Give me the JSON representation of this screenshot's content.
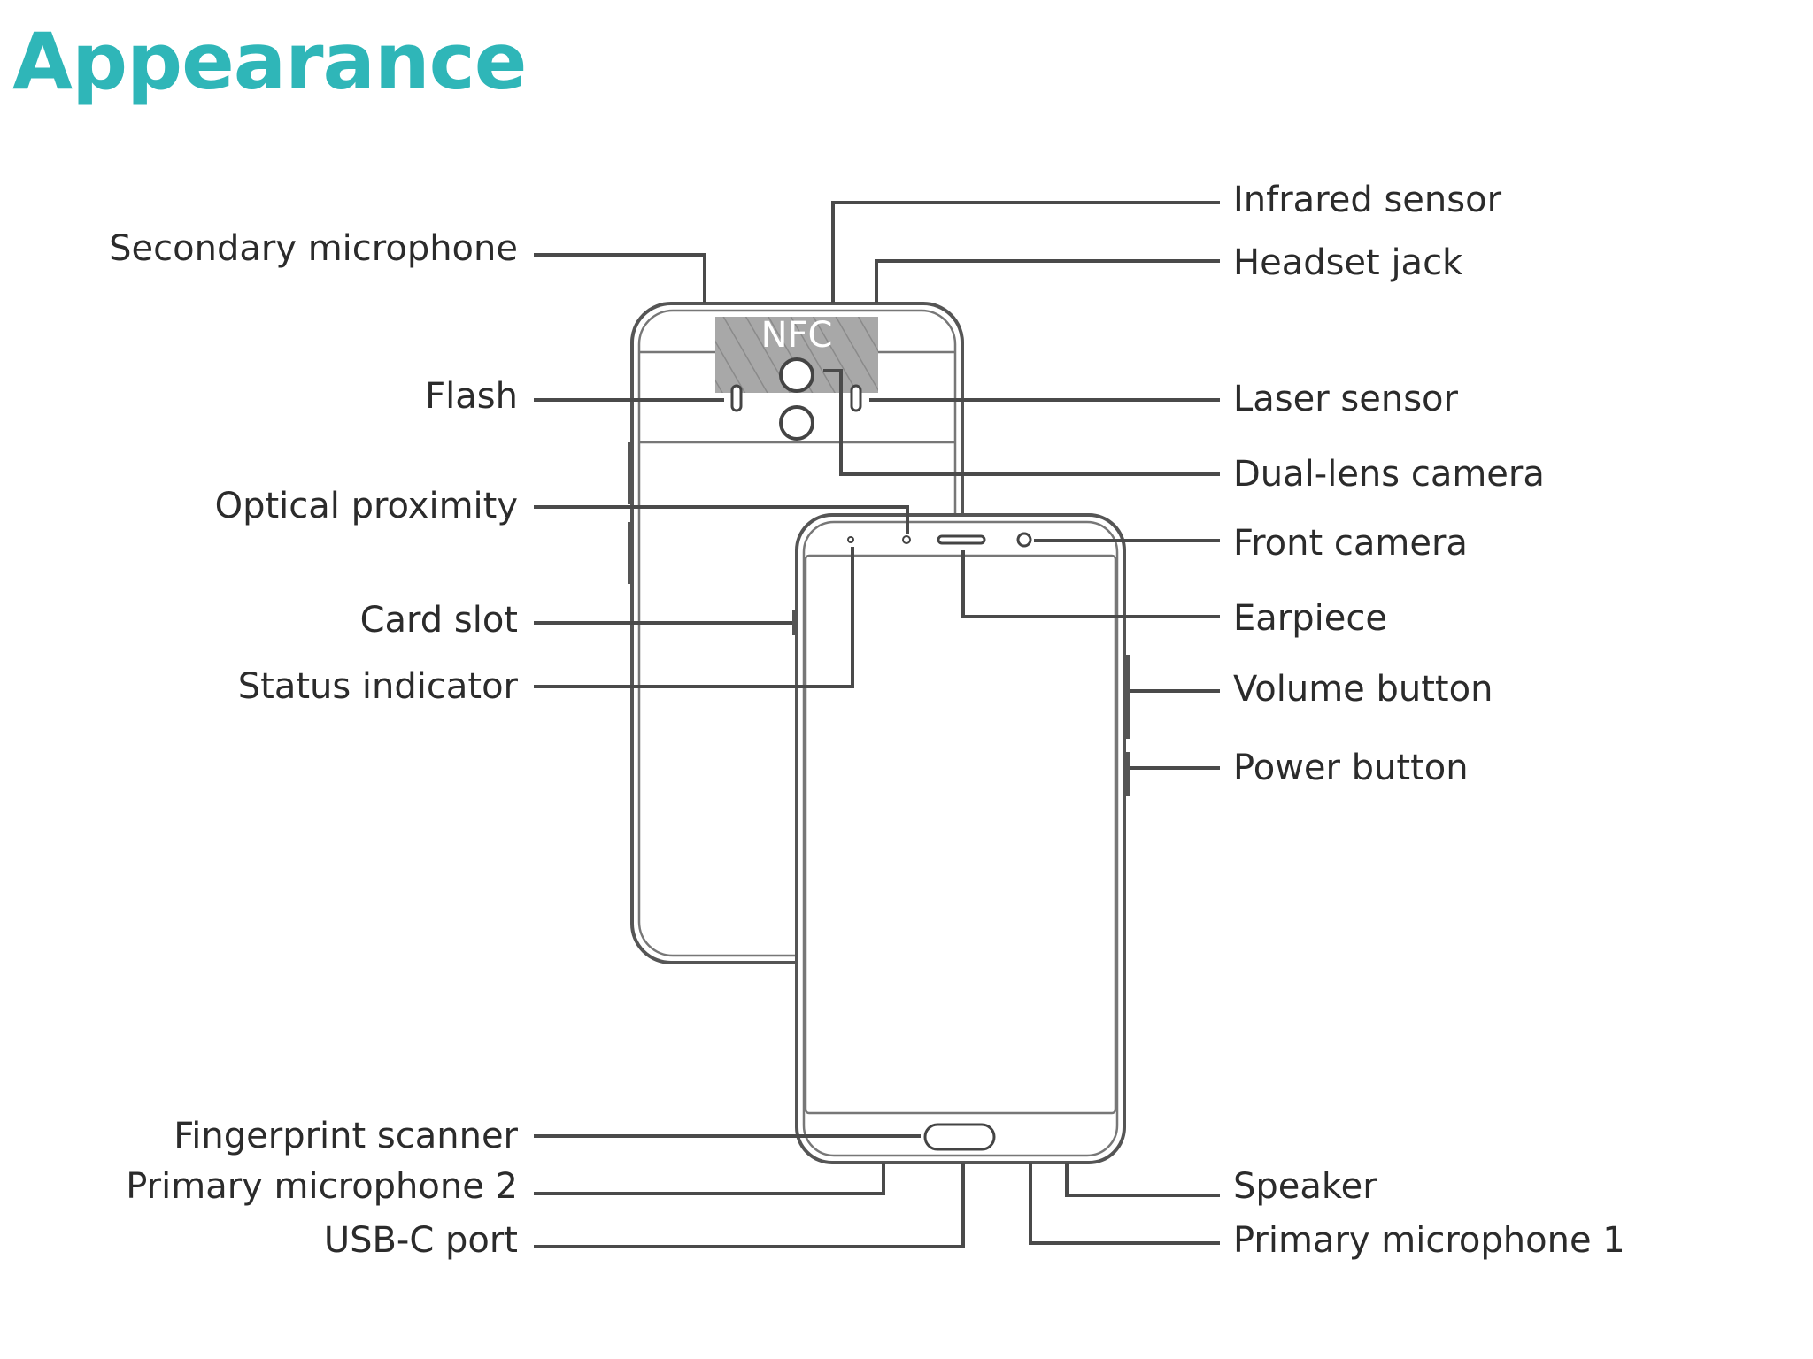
{
  "title": "Appearance",
  "nfc_label": "NFC",
  "labels_left": {
    "secondary_microphone": "Secondary microphone",
    "flash": "Flash",
    "optical_proximity": "Optical proximity",
    "card_slot": "Card slot",
    "status_indicator": "Status indicator",
    "fingerprint_scanner": "Fingerprint scanner",
    "primary_microphone_2": "Primary microphone 2",
    "usb_c_port": "USB-C port"
  },
  "labels_right": {
    "infrared_sensor": "Infrared sensor",
    "headset_jack": "Headset jack",
    "laser_sensor": "Laser sensor",
    "dual_lens_camera": "Dual-lens camera",
    "front_camera": "Front camera",
    "earpiece": "Earpiece",
    "volume_button": "Volume button",
    "power_button": "Power button",
    "speaker": "Speaker",
    "primary_microphone_1": "Primary microphone 1"
  },
  "colors": {
    "title": "#2fb6b8",
    "lines": "#4a4a4a",
    "nfc_area": "#a8a8a8"
  }
}
